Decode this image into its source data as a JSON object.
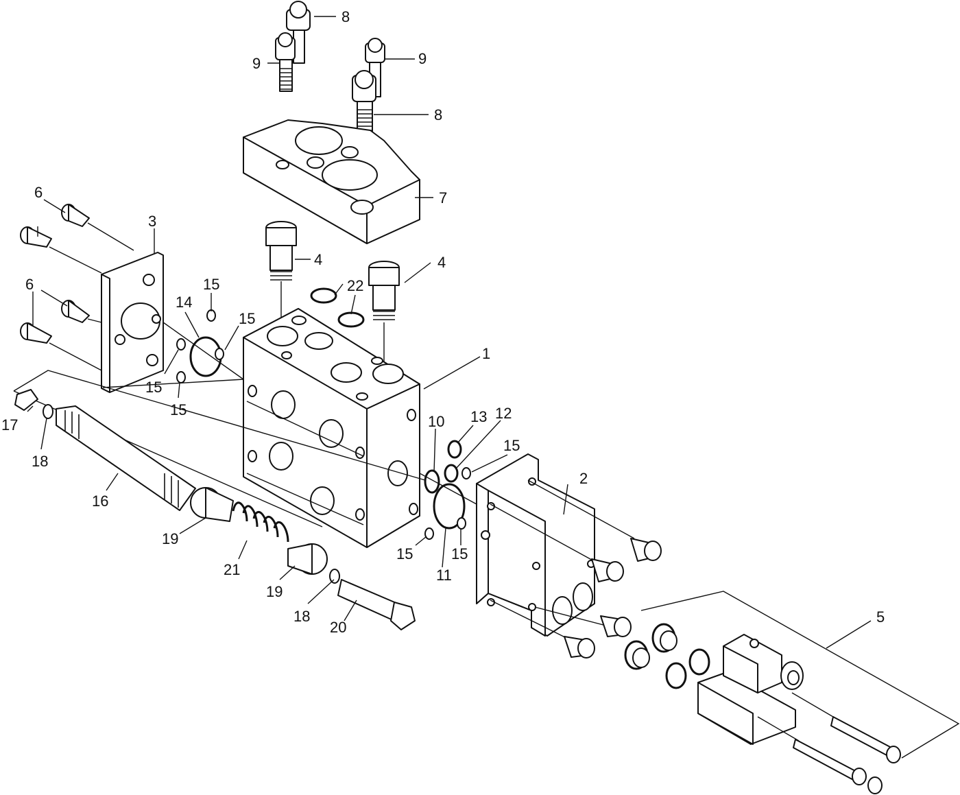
{
  "callouts": {
    "c1": "1",
    "c2": "2",
    "c3": "3",
    "c4a": "4",
    "c4b": "4",
    "c5": "5",
    "c6a": "6",
    "c6b": "6",
    "c7": "7",
    "c8a": "8",
    "c8b": "8",
    "c9a": "9",
    "c9b": "9",
    "c10": "10",
    "c11": "11",
    "c12": "12",
    "c13": "13",
    "c14": "14",
    "c15a": "15",
    "c15b": "15",
    "c15c": "15",
    "c15d": "15",
    "c15e": "15",
    "c15f": "15",
    "c15g": "15",
    "c16": "16",
    "c17": "17",
    "c18a": "18",
    "c18b": "18",
    "c19a": "19",
    "c19b": "19",
    "c20": "20",
    "c21": "21",
    "c22": "22"
  },
  "colors": {
    "line": "#111111",
    "background": "#ffffff"
  }
}
